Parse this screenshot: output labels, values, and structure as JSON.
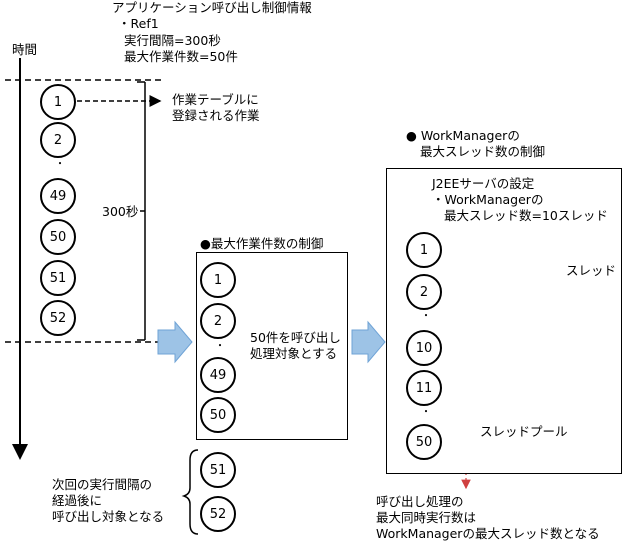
{
  "app_info": {
    "title": "アプリケーション呼び出し制御情報",
    "ref": "・Ref1",
    "interval": "実行間隔=300秒",
    "max_jobs": "最大作業件数=50件"
  },
  "time_label": "時間",
  "interval_label": "300秒",
  "work_table_label": [
    "作業テーブルに",
    "登録される作業"
  ],
  "left_queue": [
    "1",
    "2",
    "49",
    "50",
    "51",
    "52"
  ],
  "max_jobs_control": {
    "title": "●最大作業件数の制御",
    "items": [
      "1",
      "2",
      "49",
      "50"
    ],
    "note": [
      "50件を呼び出し",
      "処理対象とする"
    ]
  },
  "deferred": {
    "items": [
      "51",
      "52"
    ],
    "note": [
      "次回の実行間隔の",
      "経過後に",
      "呼び出し対象となる"
    ]
  },
  "wm_control": {
    "title": [
      "● WorkManagerの",
      "最大スレッド数の制御"
    ],
    "settings": [
      "J2EEサーバの設定",
      "・WorkManagerの",
      "最大スレッド数=10スレッド"
    ],
    "items": [
      "1",
      "2",
      "10",
      "11",
      "50"
    ],
    "thread_label": "スレッド",
    "pool_label": "スレッドプール"
  },
  "concurrency_note": [
    "呼び出し処理の",
    "最大同時実行数は",
    "WorkManagerの最大スレッド数となる"
  ],
  "colors": {
    "arrow_fill": "#9dc3e6",
    "arrow_stroke": "#6fa3d6",
    "ellipse": "#e05050",
    "dashed_red": "#d04040"
  }
}
